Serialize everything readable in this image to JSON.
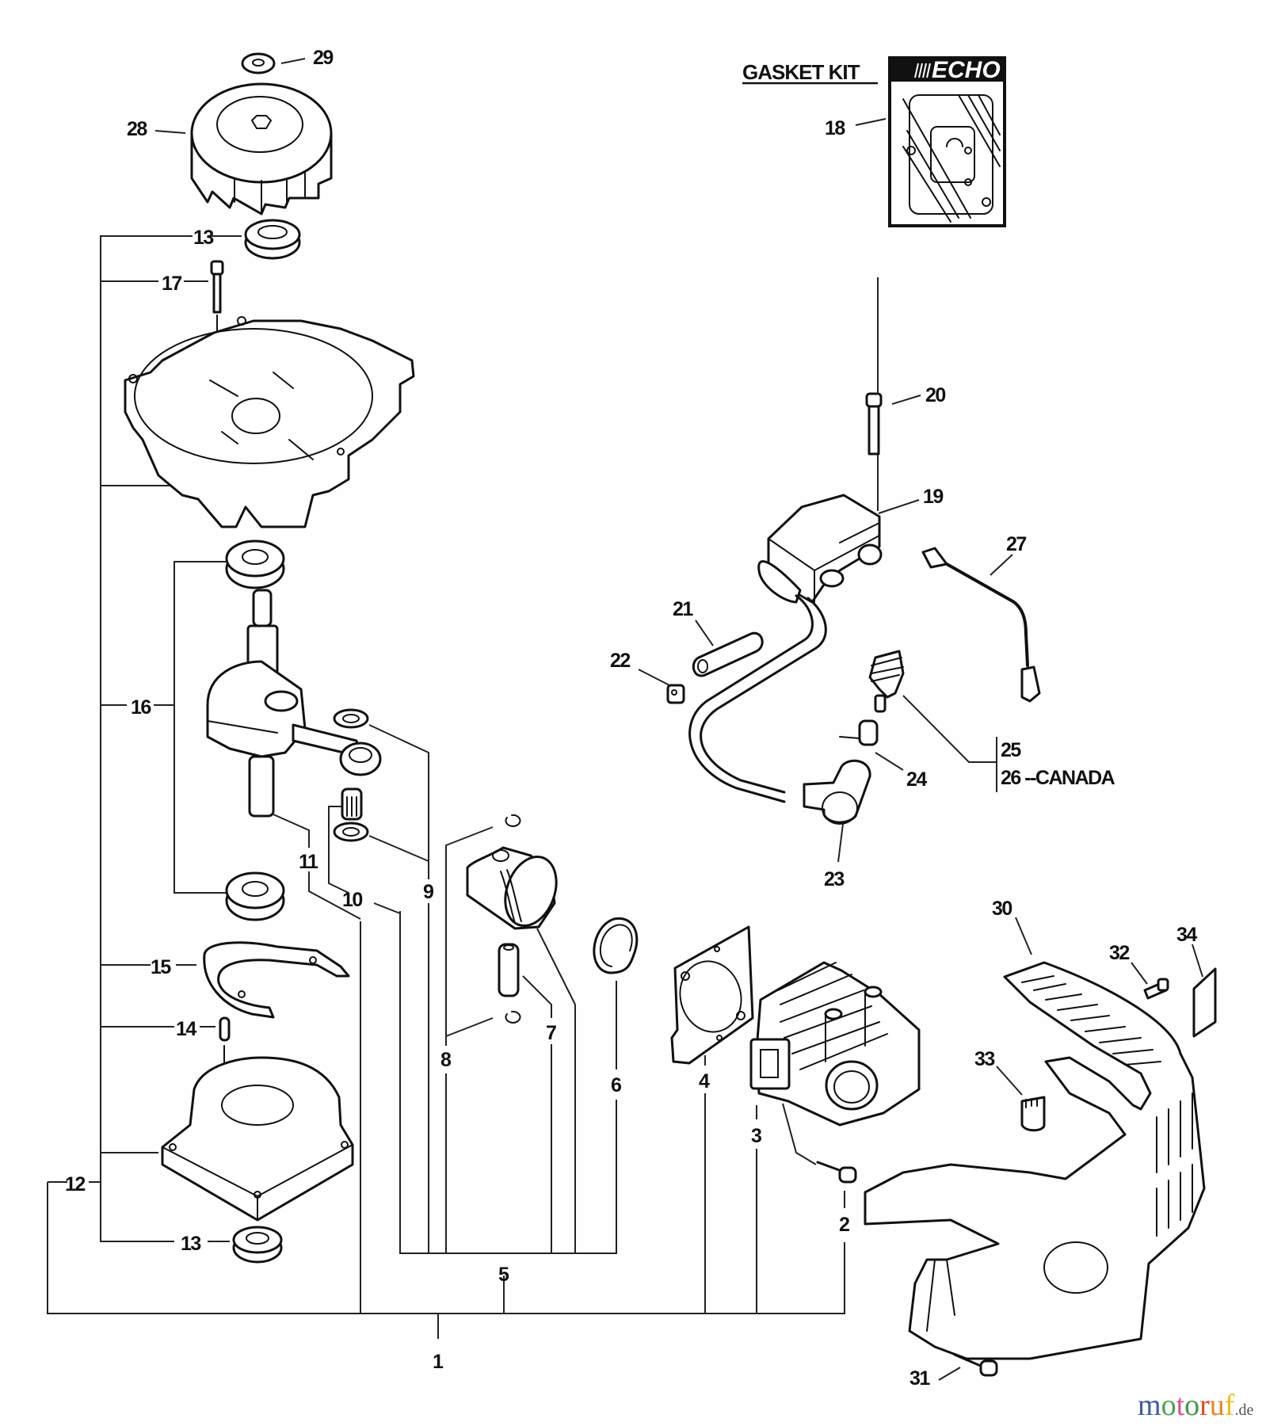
{
  "diagram": {
    "kit": {
      "title": "GASKET KIT",
      "brand": "ECHO",
      "part_number": "18"
    },
    "labels": {
      "p1": "1",
      "p2": "2",
      "p3": "3",
      "p4": "4",
      "p5": "5",
      "p6": "6",
      "p7": "7",
      "p8": "8",
      "p9": "9",
      "p10": "10",
      "p11": "11",
      "p12": "12",
      "p13a": "13",
      "p13b": "13",
      "p14": "14",
      "p15": "15",
      "p16": "16",
      "p17": "17",
      "p19": "19",
      "p20": "20",
      "p21": "21",
      "p22": "22",
      "p23": "23",
      "p24": "24",
      "p25": "25",
      "p26": "26 --CANADA",
      "p27": "27",
      "p28": "28",
      "p29": "29",
      "p30": "30",
      "p31": "31",
      "p32": "32",
      "p33": "33",
      "p34": "34"
    }
  },
  "watermark": {
    "letters": [
      {
        "ch": "m",
        "color": "#3b5ca8"
      },
      {
        "ch": "o",
        "color": "#47a447"
      },
      {
        "ch": "t",
        "color": "#e04f8c"
      },
      {
        "ch": "o",
        "color": "#3e9a3e"
      },
      {
        "ch": "r",
        "color": "#df4b27"
      },
      {
        "ch": "u",
        "color": "#e8871e"
      },
      {
        "ch": "f",
        "color": "#e6bf1c"
      }
    ],
    "tld": ".de"
  }
}
